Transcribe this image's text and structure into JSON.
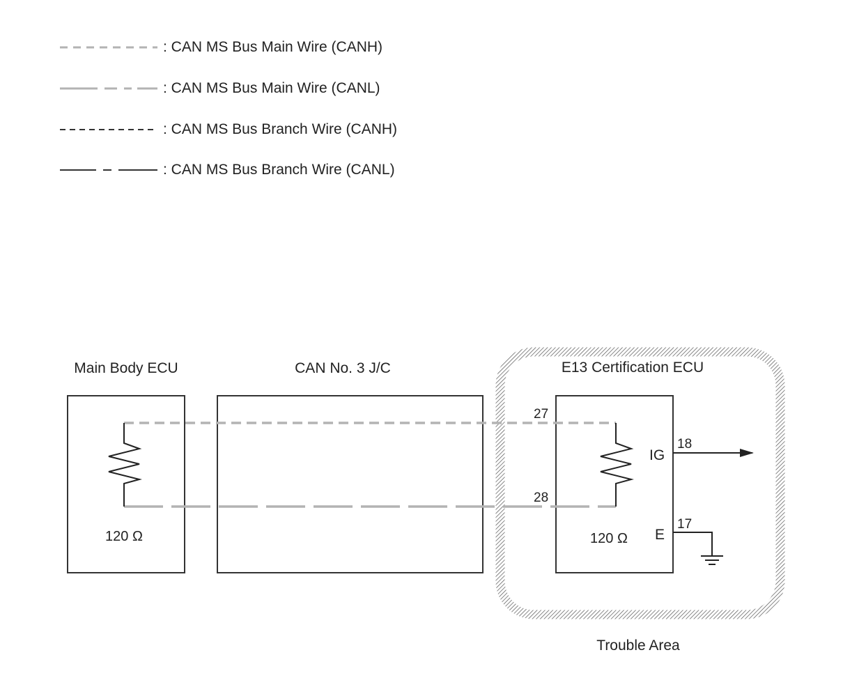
{
  "legend": {
    "items": [
      {
        "text": ": CAN MS Bus Main Wire (CANH)",
        "style": "main-canh"
      },
      {
        "text": ": CAN MS Bus Main Wire (CANL)",
        "style": "main-canl"
      },
      {
        "text": ": CAN MS Bus Branch Wire (CANH)",
        "style": "branch-canh"
      },
      {
        "text": ": CAN MS Bus Branch Wire (CANL)",
        "style": "branch-canl"
      }
    ]
  },
  "components": {
    "main_body_ecu": {
      "label": "Main Body ECU",
      "resistance": "120 Ω"
    },
    "jc": {
      "label": "CAN No. 3 J/C"
    },
    "cert_ecu": {
      "label": "E13 Certification ECU",
      "resistance": "120 Ω",
      "pins": {
        "canh": "27",
        "canl": "28",
        "ig": "18",
        "e": "17"
      },
      "terminals": {
        "ig": "IG",
        "e": "E"
      }
    }
  },
  "trouble_area": {
    "label": "Trouble Area"
  },
  "colors": {
    "main_wire": "#b3b3b3",
    "branch_wire": "#333333",
    "outline": "#333333",
    "hatch": "#555555"
  }
}
